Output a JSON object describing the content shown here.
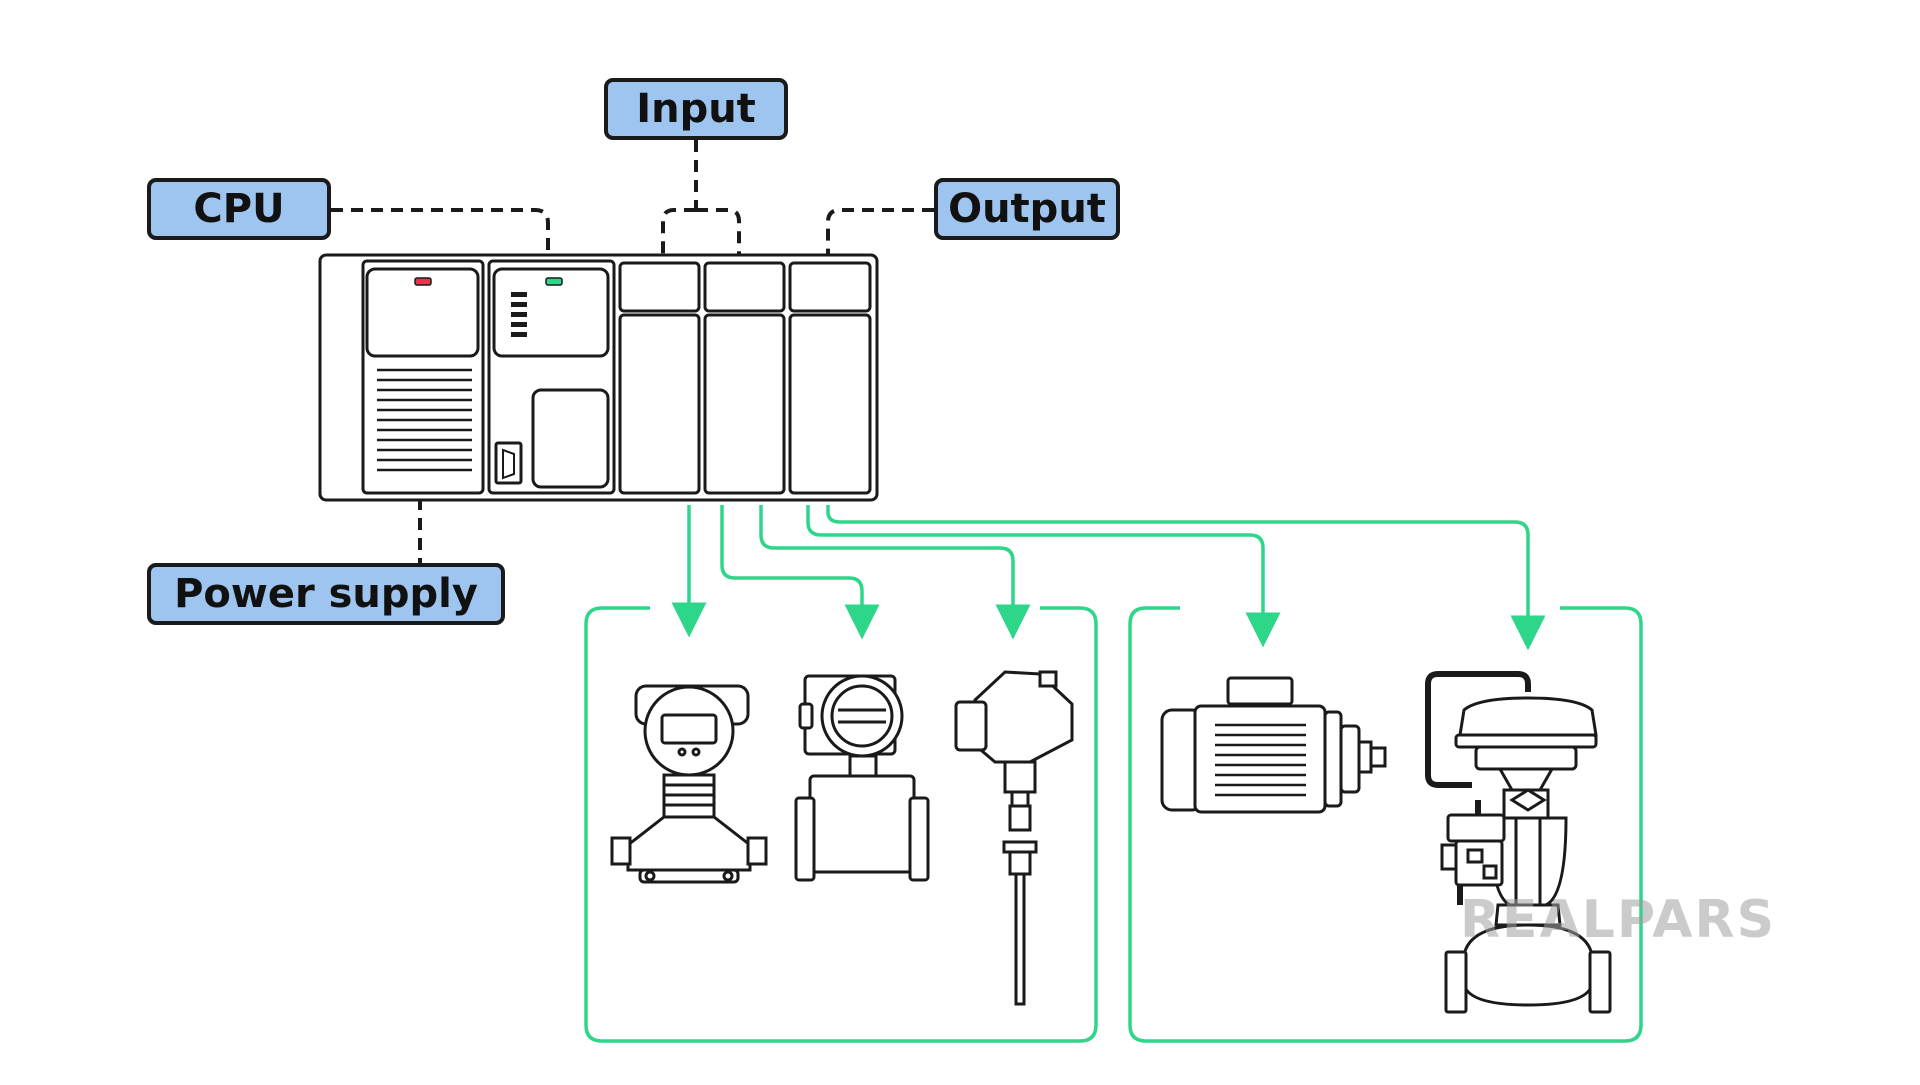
{
  "labels": {
    "input": "Input",
    "cpu": "CPU",
    "output": "Output",
    "power_supply": "Power supply"
  },
  "watermark": "REALPARS",
  "colors": {
    "label_fill": "#9ec5ef",
    "outline": "#1a1a1a",
    "signal_line": "#2ed68a",
    "status_led_red": "#e8354a",
    "status_led_green": "#2ed68a"
  }
}
